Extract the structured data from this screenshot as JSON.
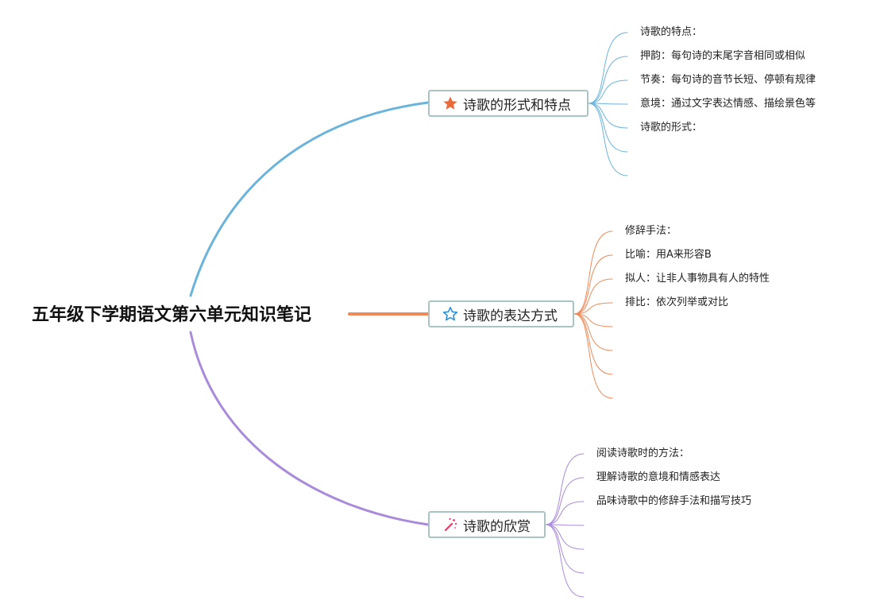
{
  "root": {
    "title": "五年级下学期语文第六单元知识笔记"
  },
  "branches": [
    {
      "label": "诗歌的形式和特点",
      "icon": "star-filled-icon",
      "color": "#6ab4dc",
      "leaves": [
        "诗歌的特点：",
        "押韵：每句诗的末尾字音相同或相似",
        "节奏：每句诗的音节长短、停顿有规律",
        "意境：通过文字表达情感、描绘景色等",
        "诗歌的形式：",
        "",
        ""
      ]
    },
    {
      "label": "诗歌的表达方式",
      "icon": "star-outline-icon",
      "color": "#ee8a5a",
      "leaves": [
        "修辞手法：",
        "比喻：用A来形容B",
        "拟人：让非人事物具有人的特性",
        "排比：依次列举或对比",
        "",
        "",
        "",
        ""
      ]
    },
    {
      "label": "诗歌的欣赏",
      "icon": "magic-wand-icon",
      "color": "#a98bdc",
      "leaves": [
        "阅读诗歌时的方法：",
        "理解诗歌的意境和情感表达",
        "品味诗歌中的修辞手法和描写技巧",
        "",
        "",
        "",
        ""
      ]
    }
  ]
}
